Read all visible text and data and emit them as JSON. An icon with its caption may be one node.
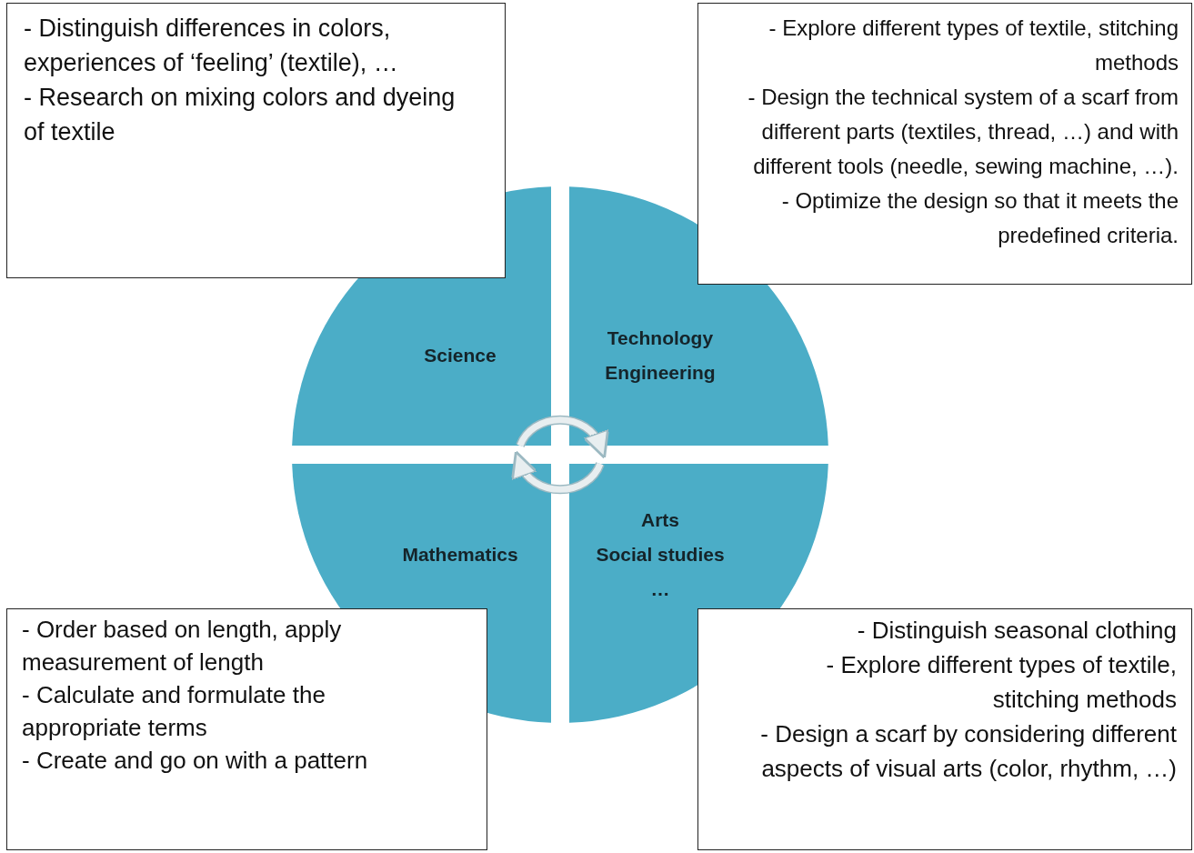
{
  "diagram": {
    "nodes": [
      {
        "text": [
          "- Distinguish differences in colors, experiences of ‘feeling’ (textile), …",
          "- Research on mixing colors and dyeing of textile"
        ]
      },
      {
        "text": [
          "- Explore different types of textile, stitching methods",
          "- Design the technical system of a scarf from different parts (textiles, thread, …) and with different tools (needle, sewing machine, …).",
          "- Optimize the design so that it meets the predefined criteria."
        ]
      },
      {
        "text": [
          "Science"
        ]
      },
      {
        "text": [
          "Technology",
          "Engineering"
        ]
      },
      {
        "text": [
          "Mathematics"
        ]
      },
      {
        "text": [
          "Arts",
          "Social studies",
          "…"
        ]
      },
      {
        "text": [
          "- Order based on length, apply measurement of length",
          "- Calculate and formulate the appropriate terms",
          "- Create and go on with a pattern"
        ]
      },
      {
        "text": [
          "- Distinguish seasonal clothing",
          "- Explore different types of textile, stitching methods",
          "- Design a scarf by considering different aspects of visual arts (color, rhythm, …)"
        ]
      }
    ],
    "edges": [
      {
        "from": 2,
        "to": 3,
        "arrow": "to"
      },
      {
        "from": 5,
        "to": 4,
        "arrow": "to"
      }
    ]
  }
}
